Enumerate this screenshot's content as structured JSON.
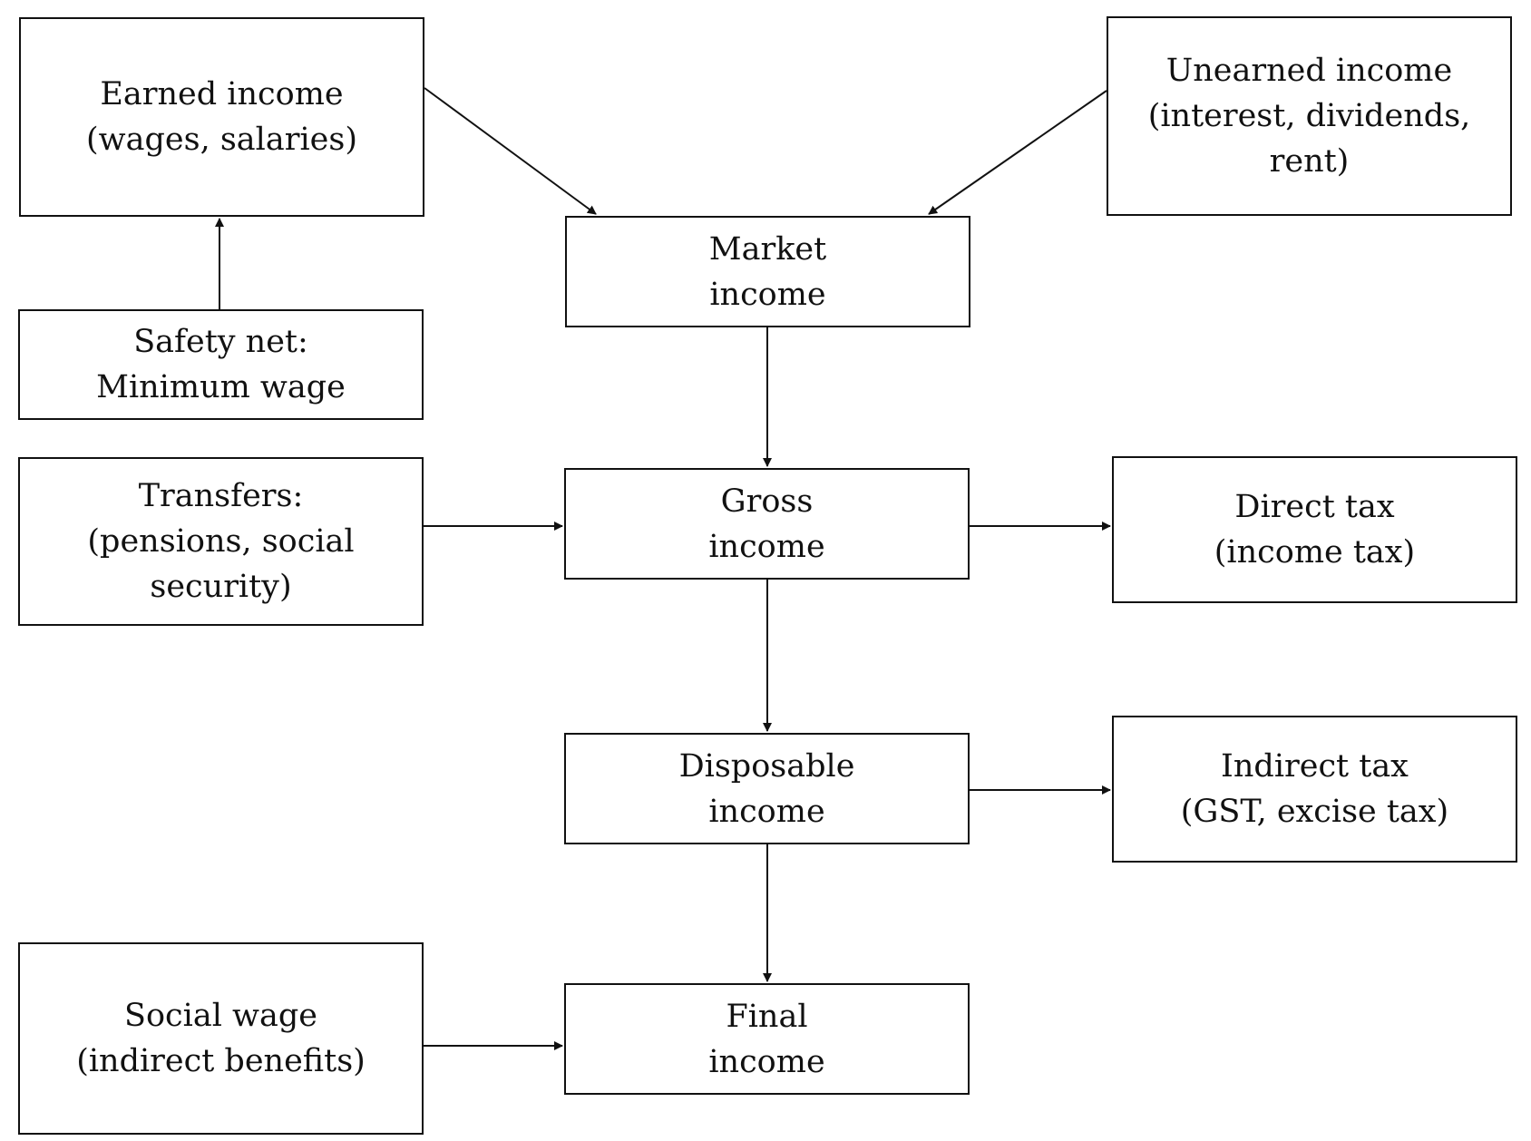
{
  "diagram": {
    "nodes": {
      "earned": {
        "label": "Earned income\n(wages, salaries)"
      },
      "unearned": {
        "label": "Unearned income\n(interest, dividends,\nrent)"
      },
      "market": {
        "label": "Market\nincome"
      },
      "safety": {
        "label": "Safety net:\nMinimum wage"
      },
      "transfers": {
        "label": "Transfers:\n(pensions, social\nsecurity)"
      },
      "gross": {
        "label": "Gross\nincome"
      },
      "direct": {
        "label": "Direct tax\n(income tax)"
      },
      "disposable": {
        "label": "Disposable\nincome"
      },
      "indirect": {
        "label": "Indirect tax\n(GST, excise tax)"
      },
      "social": {
        "label": "Social wage\n(indirect benefits)"
      },
      "final": {
        "label": "Final\nincome"
      }
    },
    "edges": [
      {
        "from": "earned",
        "to": "market"
      },
      {
        "from": "unearned",
        "to": "market"
      },
      {
        "from": "safety",
        "to": "earned"
      },
      {
        "from": "market",
        "to": "gross"
      },
      {
        "from": "transfers",
        "to": "gross"
      },
      {
        "from": "gross",
        "to": "direct"
      },
      {
        "from": "gross",
        "to": "disposable"
      },
      {
        "from": "disposable",
        "to": "indirect"
      },
      {
        "from": "disposable",
        "to": "final"
      },
      {
        "from": "social",
        "to": "final"
      }
    ],
    "colors": {
      "line": "#111111",
      "box_border": "#111111",
      "background": "#ffffff"
    }
  }
}
